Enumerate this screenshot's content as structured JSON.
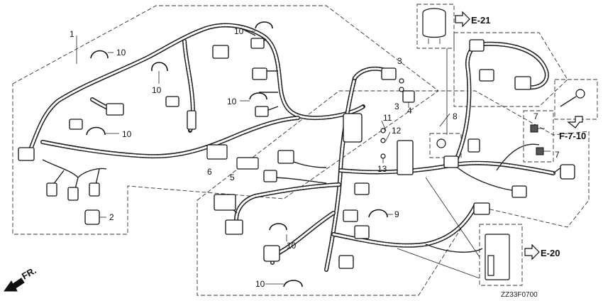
{
  "callouts": {
    "c1": "1",
    "c2": "2",
    "c3a": "3",
    "c3b": "3",
    "c4": "4",
    "c5": "5",
    "c6": "6",
    "c7a": "7",
    "c7b": "7",
    "c8": "8",
    "c9": "9",
    "c10a": "10",
    "c10b": "10",
    "c10c": "10",
    "c10d": "10",
    "c10e": "10",
    "c10f": "10",
    "c10g": "10",
    "c11": "11",
    "c12": "12",
    "c13": "13"
  },
  "references": {
    "e21": "E-21",
    "f710": "F-7-10",
    "e20": "E-20"
  },
  "direction_label": "FR.",
  "figure_code": "ZZ33F0700",
  "icons": {
    "ref_arrow": "hollow-right-arrow",
    "down_arrow": "hollow-down-arrow",
    "front_arrow": "solid-diagonal-arrow"
  }
}
